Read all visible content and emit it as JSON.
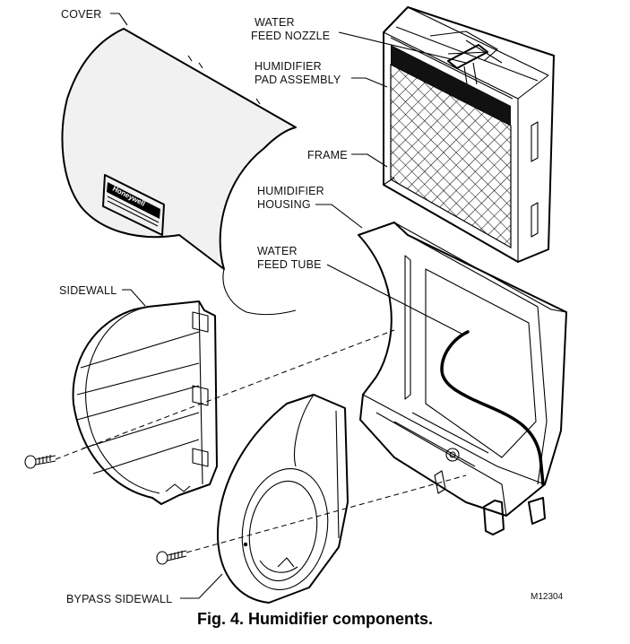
{
  "labels": {
    "cover": "COVER",
    "water_feed_nozzle": [
      "WATER",
      "FEED NOZZLE"
    ],
    "humidifier_pad_assembly": [
      "HUMIDIFIER",
      "PAD ASSEMBLY"
    ],
    "frame": "FRAME",
    "humidifier_housing": [
      "HUMIDIFIER",
      "HOUSING"
    ],
    "water_feed_tube": [
      "WATER",
      "FEED TUBE"
    ],
    "sidewall": "SIDEWALL",
    "bypass_sidewall": "BYPASS SIDEWALL",
    "figure_code": "M12304"
  },
  "brand_logo": "Honeywell",
  "caption": "Fig. 4. Humidifier components."
}
